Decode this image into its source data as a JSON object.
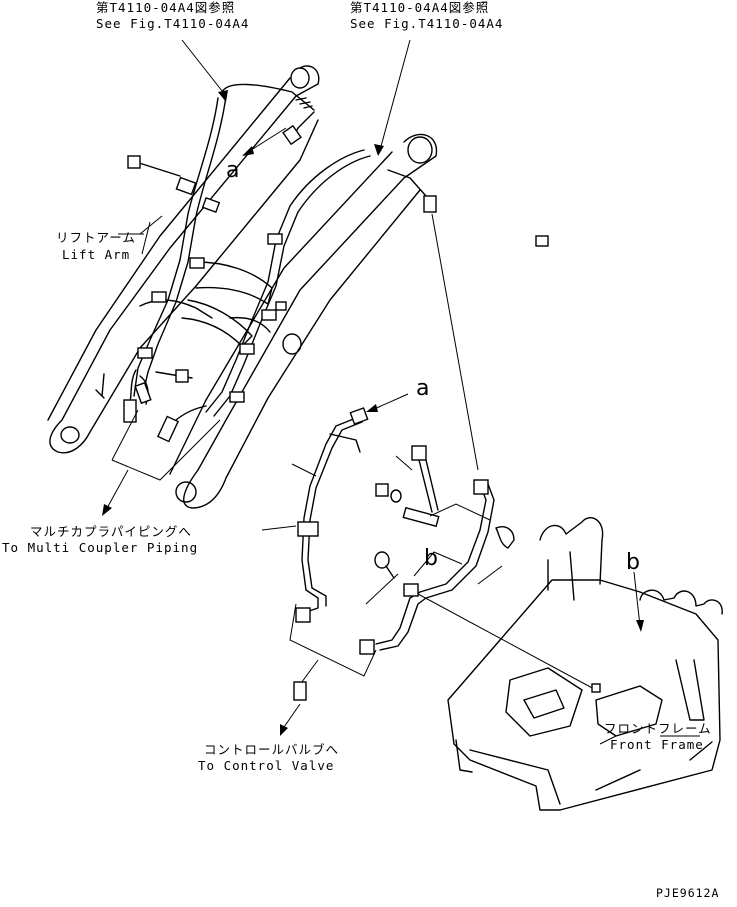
{
  "callouts": {
    "top_left": {
      "ja": "第T4110-04A4図参照",
      "en": "See Fig.T4110-04A4"
    },
    "top_right": {
      "ja": "第T4110-04A4図参照",
      "en": "See Fig.T4110-04A4"
    }
  },
  "labels": {
    "lift_arm": {
      "ja": "リフトアーム",
      "en": "Lift Arm"
    },
    "multi_coupler": {
      "ja": "マルチカプラパイピングへ",
      "en": "To Multi Coupler Piping"
    },
    "control_valve": {
      "ja": "コントロールバルブへ",
      "en": "To Control Valve"
    },
    "front_frame": {
      "ja": "フロントフレーム",
      "en": "Front Frame"
    }
  },
  "refs": {
    "a_upper": "a",
    "a_lower": "a",
    "b_lower": "b",
    "b_frame": "b"
  },
  "drawing_code": "PJE9612A"
}
